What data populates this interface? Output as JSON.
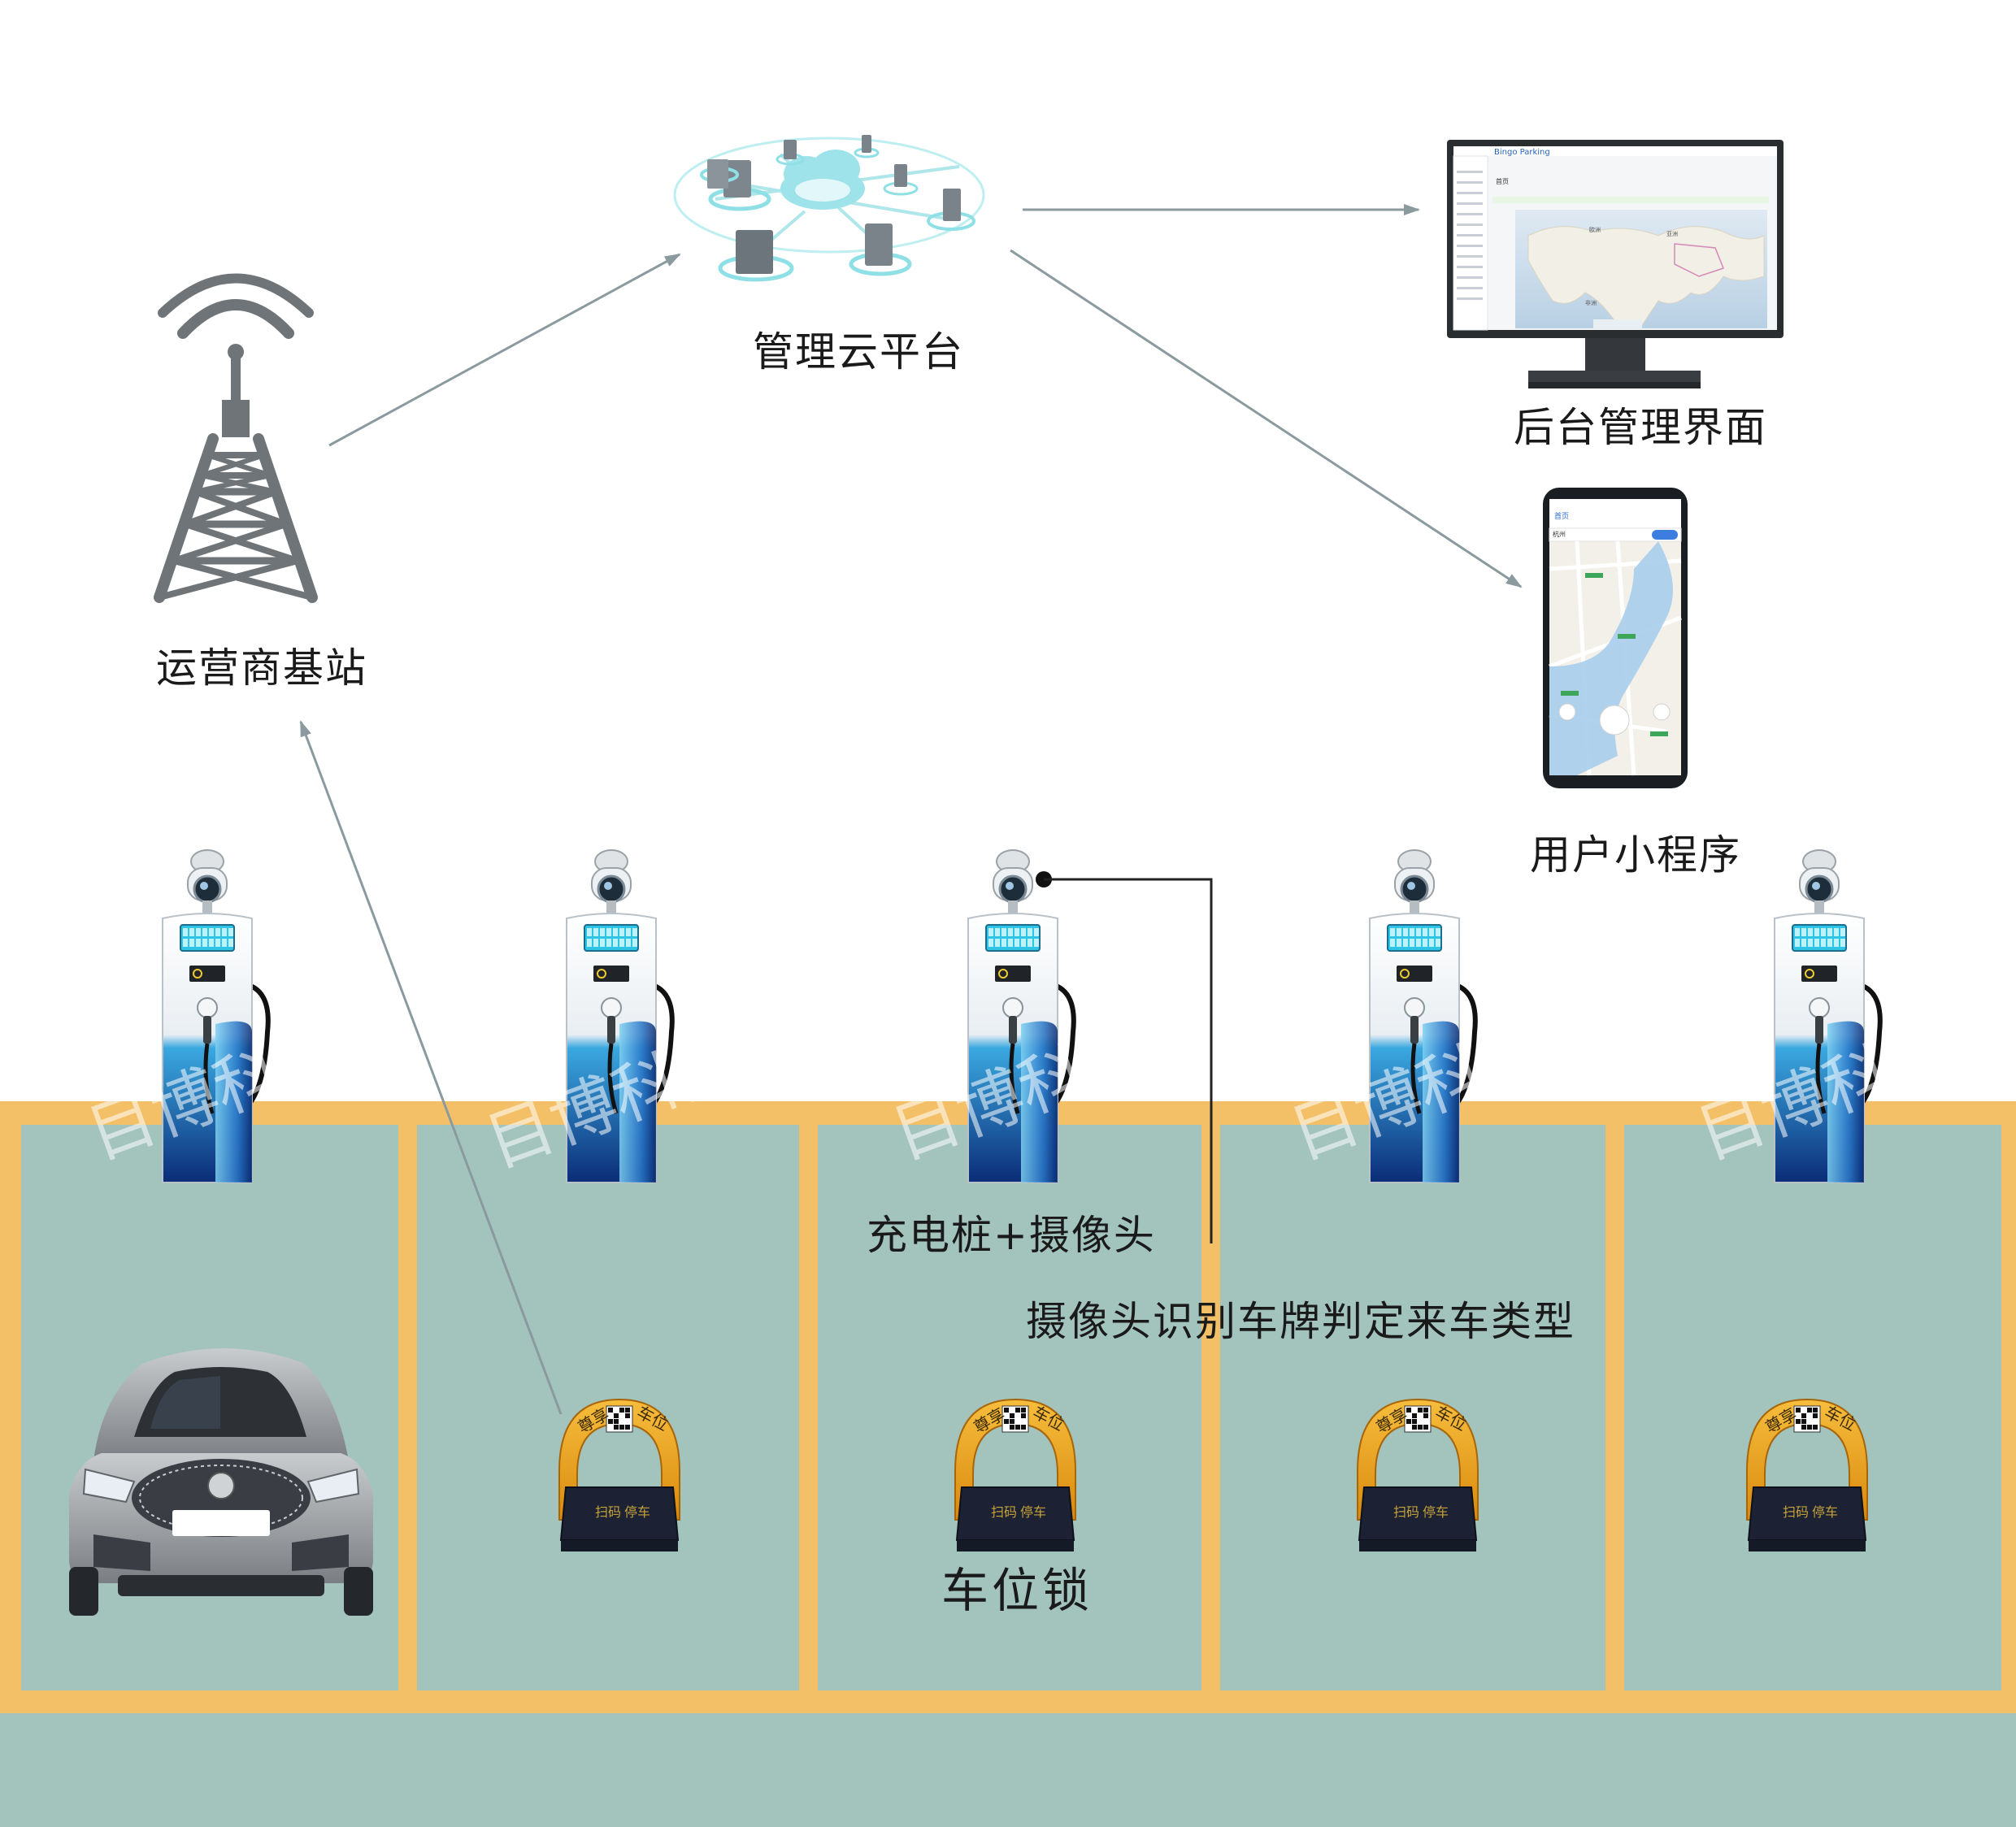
{
  "labels": {
    "tower": "运营商基站",
    "cloud": "管理云平台",
    "backend": "后台管理界面",
    "mini_program": "用户小程序",
    "charger_camera": "充电桩+摄像头",
    "camera_note": "摄像头识别车牌判定来车类型",
    "parking_lock": "车位锁"
  },
  "watermark": "目博科技",
  "lock_text": {
    "top": "尊享车位",
    "bottom_left": "扫码",
    "bottom_right": "停车"
  },
  "monitor_screen": {
    "brand": "Bingo Parking",
    "page_title": "首页",
    "map_label_1": "欧洲",
    "map_label_2": "亚洲",
    "map_label_3": "非洲"
  },
  "phone_screen": {
    "header": "首页",
    "location": "杭州"
  },
  "colors": {
    "yellow_border": "#f4c067",
    "lot_fill": "#a3c3bd",
    "arrow": "#8a9a9e",
    "tower_gray": "#6f7478",
    "charger_blue": "#1d6fb8",
    "lock_yellow": "#f2a81d"
  }
}
